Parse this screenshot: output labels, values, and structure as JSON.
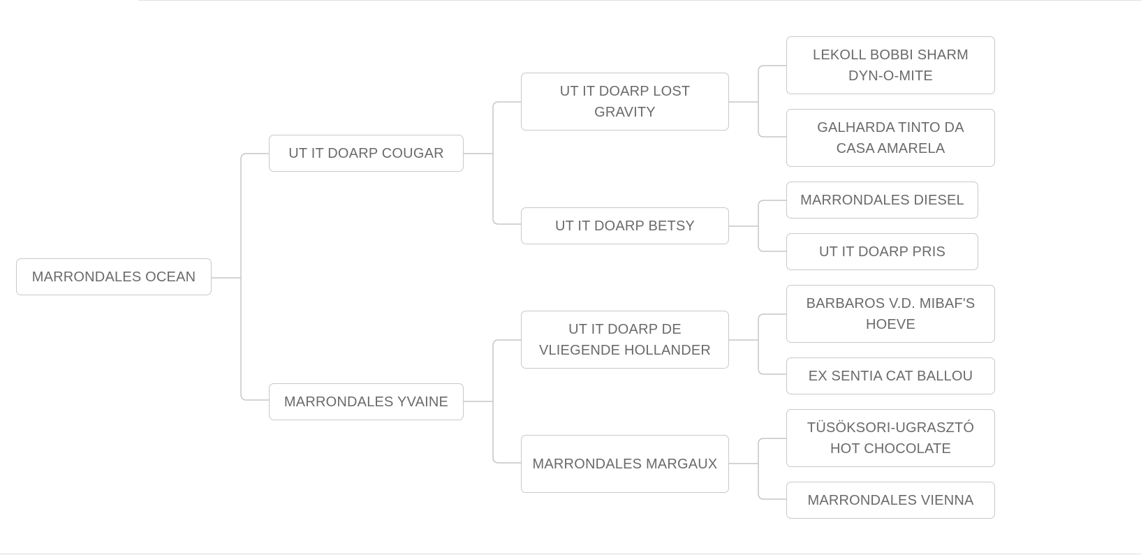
{
  "tree": {
    "root": {
      "label": "MARRONDALES OCEAN"
    },
    "level1": [
      {
        "label": "UT IT DOARP COUGAR"
      },
      {
        "label": "MARRONDALES YVAINE"
      }
    ],
    "level2": [
      {
        "label": "UT IT DOARP LOST GRAVITY"
      },
      {
        "label": "UT IT DOARP BETSY"
      },
      {
        "label": "UT IT DOARP DE VLIEGENDE HOLLANDER"
      },
      {
        "label": "MARRONDALES MARGAUX"
      }
    ],
    "level3": [
      {
        "label": "LEKOLL BOBBI SHARM DYN-O-MITE"
      },
      {
        "label": "GALHARDA TINTO DA CASA AMARELA"
      },
      {
        "label": "MARRONDALES DIESEL"
      },
      {
        "label": "UT IT DOARP PRIS"
      },
      {
        "label": "BARBAROS V.D. MIBAF'S HOEVE"
      },
      {
        "label": "EX SENTIA CAT BALLOU"
      },
      {
        "label": "TÜSÖKSORI-UGRASZTÓ HOT CHOCOLATE"
      },
      {
        "label": "MARRONDALES VIENNA"
      }
    ]
  },
  "colors": {
    "border": "#c8c8c8",
    "connector": "#c6c6c6",
    "text": "#6a6a6a",
    "background": "#ffffff"
  }
}
